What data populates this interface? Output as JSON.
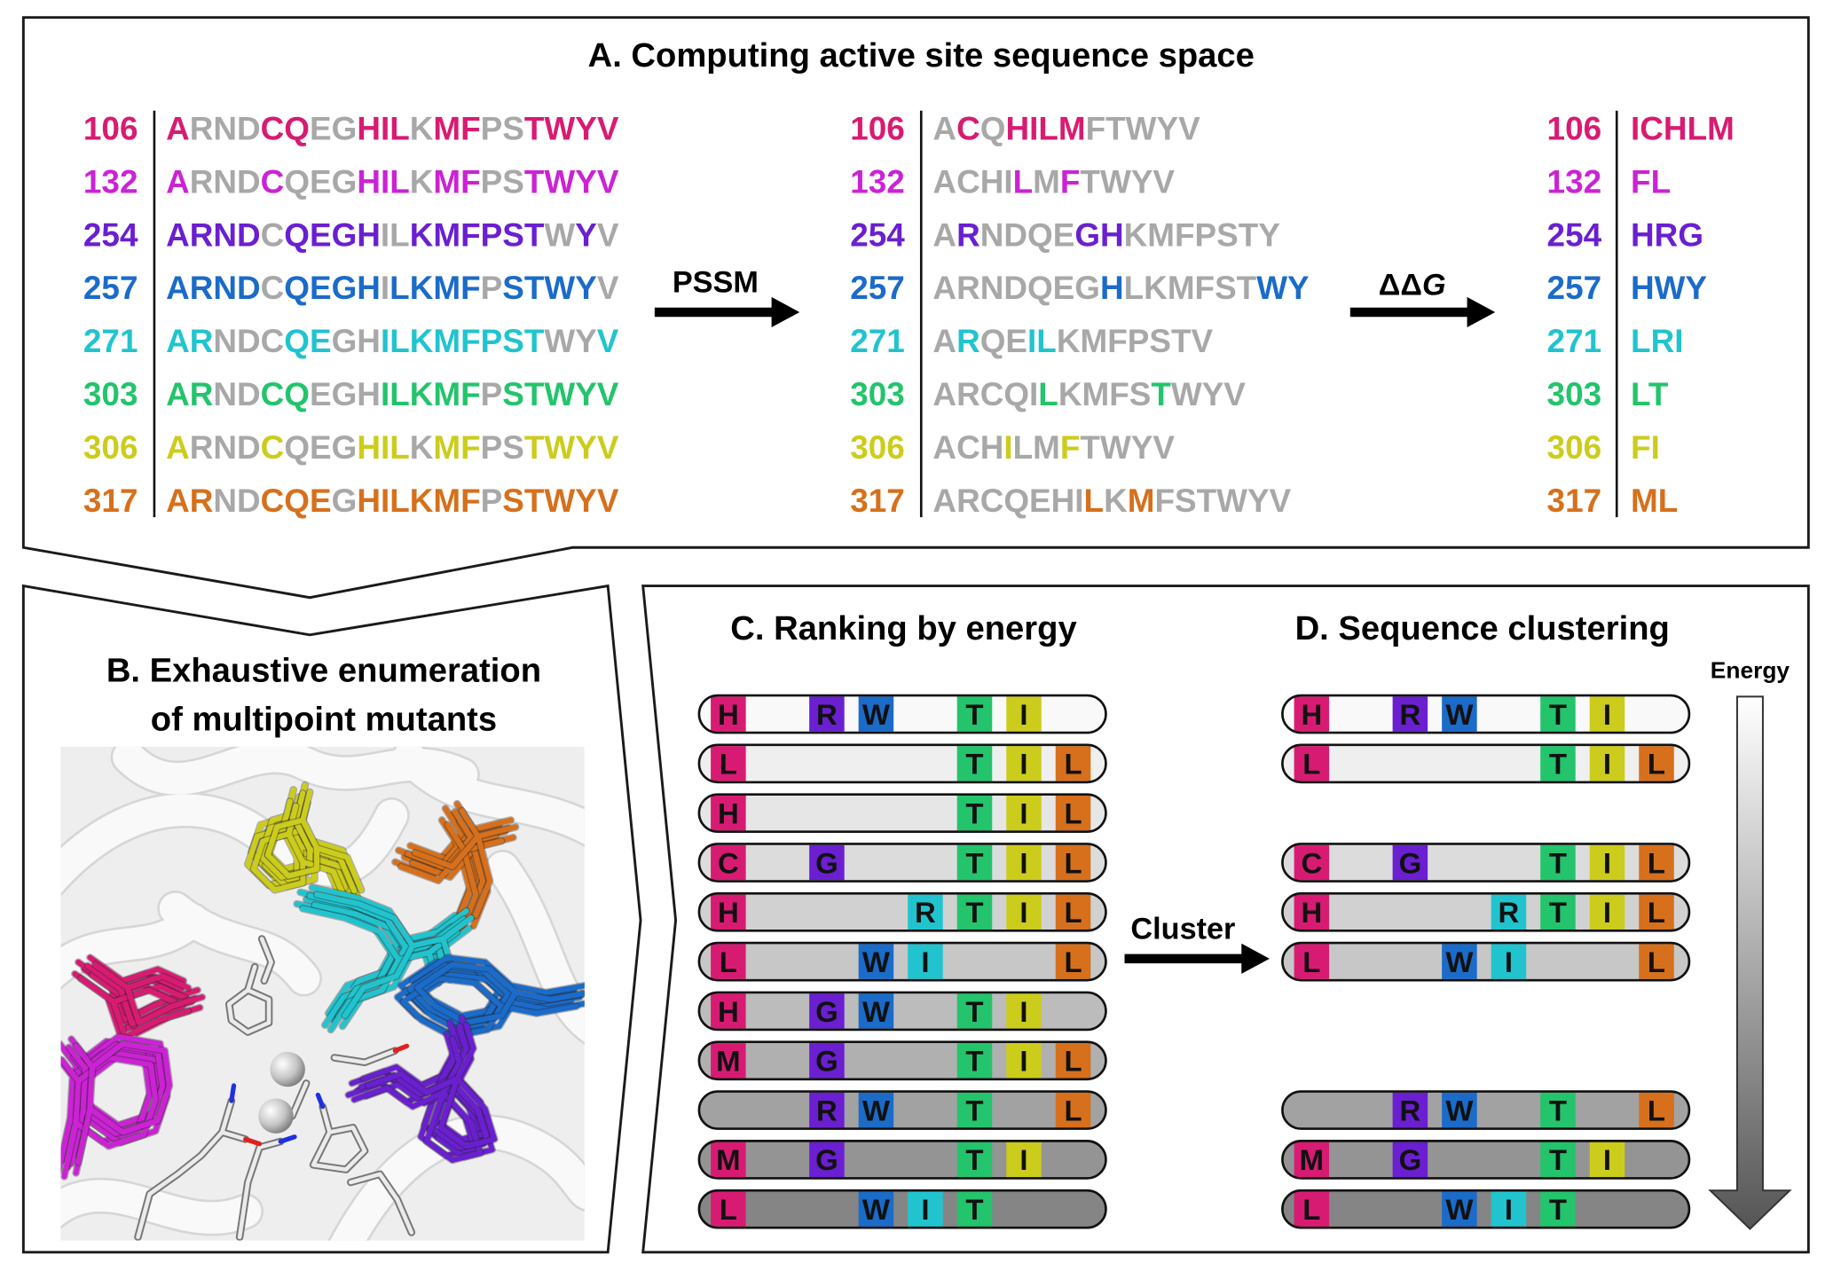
{
  "figure": {
    "grey": "#A8A8A8",
    "position_colors": {
      "106": "#D81B72",
      "132": "#CB23D4",
      "254": "#6A1FD0",
      "257": "#1B6BC9",
      "271": "#21C4CE",
      "303": "#23C46C",
      "306": "#CCCC1D",
      "317": "#D6701C"
    },
    "slot_order": [
      106,
      132,
      254,
      257,
      271,
      303,
      306,
      317
    ],
    "panel_a": {
      "title": "A. Computing active site sequence space",
      "pssm_label": "PSSM",
      "ddg_label": {
        "delta": "ΔΔ",
        "symbol": "G"
      },
      "columns": [
        {
          "rows": [
            {
              "pos": "106",
              "segments": [
                [
                  "A",
                  1
                ],
                [
                  "RND",
                  0
                ],
                [
                  "CQ",
                  1
                ],
                [
                  "EG",
                  0
                ],
                [
                  "HIL",
                  1
                ],
                [
                  "K",
                  0
                ],
                [
                  "MF",
                  1
                ],
                [
                  "PS",
                  0
                ],
                [
                  "TWYV",
                  1
                ]
              ]
            },
            {
              "pos": "132",
              "segments": [
                [
                  "A",
                  1
                ],
                [
                  "RND",
                  0
                ],
                [
                  "C",
                  1
                ],
                [
                  "QEG",
                  0
                ],
                [
                  "HIL",
                  1
                ],
                [
                  "K",
                  0
                ],
                [
                  "MF",
                  1
                ],
                [
                  "PS",
                  0
                ],
                [
                  "TWYV",
                  1
                ]
              ]
            },
            {
              "pos": "254",
              "segments": [
                [
                  "ARND",
                  1
                ],
                [
                  "C",
                  0
                ],
                [
                  "QEGH",
                  1
                ],
                [
                  "IL",
                  0
                ],
                [
                  "KMFPST",
                  1
                ],
                [
                  "W",
                  0
                ],
                [
                  "Y",
                  1
                ],
                [
                  "V",
                  0
                ]
              ]
            },
            {
              "pos": "257",
              "segments": [
                [
                  "ARND",
                  1
                ],
                [
                  "C",
                  0
                ],
                [
                  "QEGH",
                  1
                ],
                [
                  "I",
                  0
                ],
                [
                  "LKMF",
                  1
                ],
                [
                  "P",
                  0
                ],
                [
                  "STWY",
                  1
                ],
                [
                  "V",
                  0
                ]
              ]
            },
            {
              "pos": "271",
              "segments": [
                [
                  "AR",
                  1
                ],
                [
                  "NDC",
                  0
                ],
                [
                  "QE",
                  1
                ],
                [
                  "GH",
                  0
                ],
                [
                  "ILKMFPST",
                  1
                ],
                [
                  "WY",
                  0
                ],
                [
                  "V",
                  1
                ]
              ]
            },
            {
              "pos": "303",
              "segments": [
                [
                  "AR",
                  1
                ],
                [
                  "ND",
                  0
                ],
                [
                  "CQ",
                  1
                ],
                [
                  "EGH",
                  0
                ],
                [
                  "ILKMF",
                  1
                ],
                [
                  "P",
                  0
                ],
                [
                  "STWYV",
                  1
                ]
              ]
            },
            {
              "pos": "306",
              "segments": [
                [
                  "A",
                  1
                ],
                [
                  "RND",
                  0
                ],
                [
                  "C",
                  1
                ],
                [
                  "QEG",
                  0
                ],
                [
                  "HIL",
                  1
                ],
                [
                  "K",
                  0
                ],
                [
                  "MF",
                  1
                ],
                [
                  "PS",
                  0
                ],
                [
                  "TWYV",
                  1
                ]
              ]
            },
            {
              "pos": "317",
              "segments": [
                [
                  "AR",
                  1
                ],
                [
                  "ND",
                  0
                ],
                [
                  "CQE",
                  1
                ],
                [
                  "G",
                  0
                ],
                [
                  "HILKMF",
                  1
                ],
                [
                  "P",
                  0
                ],
                [
                  "STWYV",
                  1
                ]
              ]
            }
          ]
        },
        {
          "rows": [
            {
              "pos": "106",
              "segments": [
                [
                  "A",
                  0
                ],
                [
                  "C",
                  1
                ],
                [
                  "Q",
                  0
                ],
                [
                  "HILM",
                  1
                ],
                [
                  "FTWYV",
                  0
                ]
              ]
            },
            {
              "pos": "132",
              "segments": [
                [
                  "ACHI",
                  0
                ],
                [
                  "L",
                  1
                ],
                [
                  "M",
                  0
                ],
                [
                  "F",
                  1
                ],
                [
                  "TWYV",
                  0
                ]
              ]
            },
            {
              "pos": "254",
              "segments": [
                [
                  "A",
                  0
                ],
                [
                  "R",
                  1
                ],
                [
                  "NDQE",
                  0
                ],
                [
                  "GH",
                  1
                ],
                [
                  "KMFPSTY",
                  0
                ]
              ]
            },
            {
              "pos": "257",
              "segments": [
                [
                  "ARNDQEG",
                  0
                ],
                [
                  "H",
                  1
                ],
                [
                  "LKMFST",
                  0
                ],
                [
                  "WY",
                  1
                ]
              ]
            },
            {
              "pos": "271",
              "segments": [
                [
                  "A",
                  0
                ],
                [
                  "R",
                  1
                ],
                [
                  "QE",
                  0
                ],
                [
                  "IL",
                  1
                ],
                [
                  "KMFPSTV",
                  0
                ]
              ]
            },
            {
              "pos": "303",
              "segments": [
                [
                  "ARCQI",
                  0
                ],
                [
                  "L",
                  1
                ],
                [
                  "KMFS",
                  0
                ],
                [
                  "T",
                  1
                ],
                [
                  "WYV",
                  0
                ]
              ]
            },
            {
              "pos": "306",
              "segments": [
                [
                  "ACH",
                  0
                ],
                [
                  "I",
                  1
                ],
                [
                  "LM",
                  0
                ],
                [
                  "F",
                  1
                ],
                [
                  "TWYV",
                  0
                ]
              ]
            },
            {
              "pos": "317",
              "segments": [
                [
                  "ARCQEHI",
                  0
                ],
                [
                  "L",
                  1
                ],
                [
                  "K",
                  0
                ],
                [
                  "M",
                  1
                ],
                [
                  "FSTWYV",
                  0
                ]
              ]
            }
          ]
        },
        {
          "rows": [
            {
              "pos": "106",
              "segments": [
                [
                  "ICHLM",
                  1
                ]
              ]
            },
            {
              "pos": "132",
              "segments": [
                [
                  "FL",
                  1
                ]
              ]
            },
            {
              "pos": "254",
              "segments": [
                [
                  "HRG",
                  1
                ]
              ]
            },
            {
              "pos": "257",
              "segments": [
                [
                  "HWY",
                  1
                ]
              ]
            },
            {
              "pos": "271",
              "segments": [
                [
                  "LRI",
                  1
                ]
              ]
            },
            {
              "pos": "303",
              "segments": [
                [
                  "LT",
                  1
                ]
              ]
            },
            {
              "pos": "306",
              "segments": [
                [
                  "FI",
                  1
                ]
              ]
            },
            {
              "pos": "317",
              "segments": [
                [
                  "ML",
                  1
                ]
              ]
            }
          ]
        }
      ]
    },
    "panel_b": {
      "title_line1": "B. Exhaustive enumeration",
      "title_line2": "of multipoint mutants"
    },
    "panel_c": {
      "title": "C. Ranking by energy",
      "row_fills": [
        "#f9f9f9",
        "#efefef",
        "#e6e6e6",
        "#dcdcdc",
        "#d1d1d1",
        "#c7c7c7",
        "#bcbcbc",
        "#b0b0b0",
        "#a2a2a2",
        "#949494",
        "#858585"
      ],
      "rows": [
        [
          {
            "pos": 106,
            "aa": "H"
          },
          {
            "pos": 254,
            "aa": "R"
          },
          {
            "pos": 257,
            "aa": "W"
          },
          {
            "pos": 303,
            "aa": "T"
          },
          {
            "pos": 306,
            "aa": "I"
          }
        ],
        [
          {
            "pos": 106,
            "aa": "L"
          },
          {
            "pos": 303,
            "aa": "T"
          },
          {
            "pos": 306,
            "aa": "I"
          },
          {
            "pos": 317,
            "aa": "L"
          }
        ],
        [
          {
            "pos": 106,
            "aa": "H"
          },
          {
            "pos": 303,
            "aa": "T"
          },
          {
            "pos": 306,
            "aa": "I"
          },
          {
            "pos": 317,
            "aa": "L"
          }
        ],
        [
          {
            "pos": 106,
            "aa": "C"
          },
          {
            "pos": 254,
            "aa": "G"
          },
          {
            "pos": 303,
            "aa": "T"
          },
          {
            "pos": 306,
            "aa": "I"
          },
          {
            "pos": 317,
            "aa": "L"
          }
        ],
        [
          {
            "pos": 106,
            "aa": "H"
          },
          {
            "pos": 271,
            "aa": "R"
          },
          {
            "pos": 303,
            "aa": "T"
          },
          {
            "pos": 306,
            "aa": "I"
          },
          {
            "pos": 317,
            "aa": "L"
          }
        ],
        [
          {
            "pos": 106,
            "aa": "L"
          },
          {
            "pos": 257,
            "aa": "W"
          },
          {
            "pos": 271,
            "aa": "I"
          },
          {
            "pos": 317,
            "aa": "L"
          }
        ],
        [
          {
            "pos": 106,
            "aa": "H"
          },
          {
            "pos": 254,
            "aa": "G"
          },
          {
            "pos": 257,
            "aa": "W"
          },
          {
            "pos": 303,
            "aa": "T"
          },
          {
            "pos": 306,
            "aa": "I"
          }
        ],
        [
          {
            "pos": 106,
            "aa": "M"
          },
          {
            "pos": 254,
            "aa": "G"
          },
          {
            "pos": 303,
            "aa": "T"
          },
          {
            "pos": 306,
            "aa": "I"
          },
          {
            "pos": 317,
            "aa": "L"
          }
        ],
        [
          {
            "pos": 254,
            "aa": "R"
          },
          {
            "pos": 257,
            "aa": "W"
          },
          {
            "pos": 303,
            "aa": "T"
          },
          {
            "pos": 317,
            "aa": "L"
          }
        ],
        [
          {
            "pos": 106,
            "aa": "M"
          },
          {
            "pos": 254,
            "aa": "G"
          },
          {
            "pos": 303,
            "aa": "T"
          },
          {
            "pos": 306,
            "aa": "I"
          }
        ],
        [
          {
            "pos": 106,
            "aa": "L"
          },
          {
            "pos": 257,
            "aa": "W"
          },
          {
            "pos": 271,
            "aa": "I"
          },
          {
            "pos": 303,
            "aa": "T"
          }
        ]
      ]
    },
    "panel_d": {
      "title": "D. Sequence clustering",
      "cluster_label": "Cluster",
      "energy_label": "Energy",
      "rows": [
        {
          "rank": 1,
          "residues": [
            {
              "pos": 106,
              "aa": "H"
            },
            {
              "pos": 254,
              "aa": "R"
            },
            {
              "pos": 257,
              "aa": "W"
            },
            {
              "pos": 303,
              "aa": "T"
            },
            {
              "pos": 306,
              "aa": "I"
            }
          ]
        },
        {
          "rank": 2,
          "residues": [
            {
              "pos": 106,
              "aa": "L"
            },
            {
              "pos": 303,
              "aa": "T"
            },
            {
              "pos": 306,
              "aa": "I"
            },
            {
              "pos": 317,
              "aa": "L"
            }
          ]
        },
        {
          "rank": 4,
          "residues": [
            {
              "pos": 106,
              "aa": "C"
            },
            {
              "pos": 254,
              "aa": "G"
            },
            {
              "pos": 303,
              "aa": "T"
            },
            {
              "pos": 306,
              "aa": "I"
            },
            {
              "pos": 317,
              "aa": "L"
            }
          ]
        },
        {
          "rank": 5,
          "residues": [
            {
              "pos": 106,
              "aa": "H"
            },
            {
              "pos": 271,
              "aa": "R"
            },
            {
              "pos": 303,
              "aa": "T"
            },
            {
              "pos": 306,
              "aa": "I"
            },
            {
              "pos": 317,
              "aa": "L"
            }
          ]
        },
        {
          "rank": 6,
          "residues": [
            {
              "pos": 106,
              "aa": "L"
            },
            {
              "pos": 257,
              "aa": "W"
            },
            {
              "pos": 271,
              "aa": "I"
            },
            {
              "pos": 317,
              "aa": "L"
            }
          ]
        },
        {
          "rank": 9,
          "residues": [
            {
              "pos": 254,
              "aa": "R"
            },
            {
              "pos": 257,
              "aa": "W"
            },
            {
              "pos": 303,
              "aa": "T"
            },
            {
              "pos": 317,
              "aa": "L"
            }
          ]
        },
        {
          "rank": 10,
          "residues": [
            {
              "pos": 106,
              "aa": "M"
            },
            {
              "pos": 254,
              "aa": "G"
            },
            {
              "pos": 303,
              "aa": "T"
            },
            {
              "pos": 306,
              "aa": "I"
            }
          ]
        },
        {
          "rank": 11,
          "residues": [
            {
              "pos": 106,
              "aa": "L"
            },
            {
              "pos": 257,
              "aa": "W"
            },
            {
              "pos": 271,
              "aa": "I"
            },
            {
              "pos": 303,
              "aa": "T"
            }
          ]
        }
      ]
    }
  }
}
